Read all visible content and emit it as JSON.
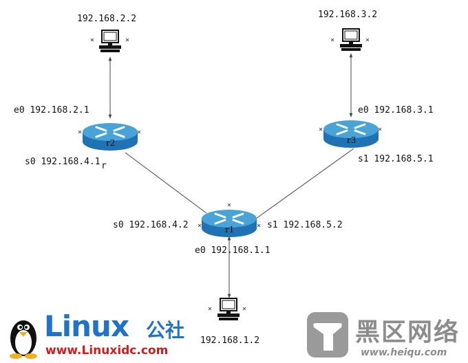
{
  "hosts": {
    "top_left": {
      "ip": "192.168.2.2",
      "icon": "workstation-icon"
    },
    "top_right": {
      "ip": "192.168.3.2",
      "icon": "workstation-icon"
    },
    "bottom": {
      "ip": "192.168.1.2",
      "icon": "workstation-icon"
    }
  },
  "routers": {
    "r1": {
      "label": "r1",
      "icon": "router-icon"
    },
    "r2": {
      "label": "r2",
      "icon": "router-icon"
    },
    "r3": {
      "label": "r3",
      "icon": "router-icon"
    }
  },
  "interfaces": {
    "r2_e0": "e0 192.168.2.1",
    "r2_s0": "s0 192.168.4.1",
    "r2_s0_mark": "r",
    "r3_e0": "e0 192.168.3.1",
    "r3_s1": "s1 192.168.5.1",
    "r1_s0": "s0 192.168.4.2",
    "r1_s1": "s1 192.168.5.2",
    "r1_e0": "e0 192.168.1.1"
  },
  "colors": {
    "router_top": "#4aa3d6",
    "router_side": "#1f73b5",
    "link": "#444444",
    "linux_blue": "#1f73c9",
    "linux_red": "#d11c1c",
    "heiqu_gray": "#8c8c8c"
  },
  "watermarks": {
    "linux_logo_text": "Linux",
    "linux_logo_cn": "公社",
    "linux_url": "www.Linuxidc.com",
    "heiqu_cn": "黑区网络",
    "heiqu_url": "www.heiqu.com"
  }
}
